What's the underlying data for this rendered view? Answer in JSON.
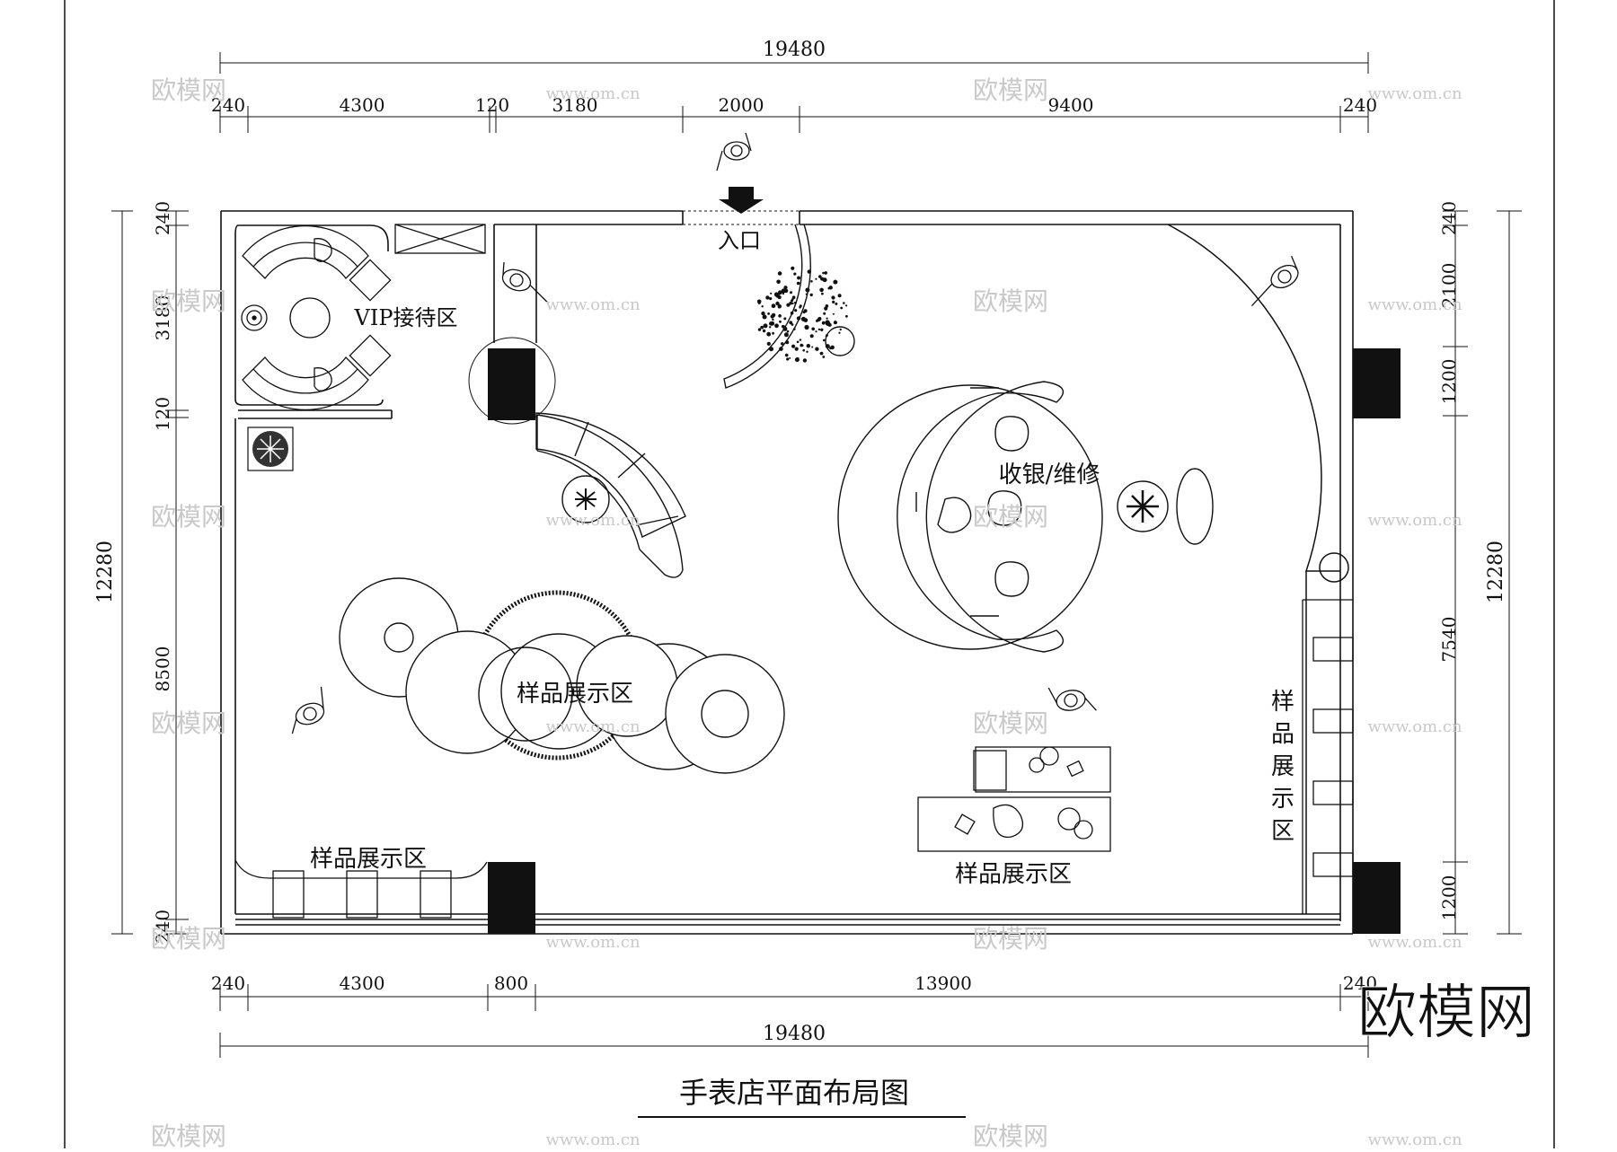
{
  "drawing": {
    "title": "手表店平面布局图",
    "brand": "欧模网",
    "watermark": "www.om.cn",
    "watermark_logo": "欧模网"
  },
  "dimensions": {
    "top_total": "19480",
    "top_segments": [
      "240",
      "4300",
      "120",
      "3180",
      "2000",
      "9400",
      "240"
    ],
    "bottom_total": "19480",
    "bottom_segments": [
      "240",
      "4300",
      "800",
      "13900",
      "240"
    ],
    "left_total": "12280",
    "left_segments": [
      "240",
      "3180",
      "120",
      "8500",
      "240"
    ],
    "right_total": "12280",
    "right_segments": [
      "240",
      "2100",
      "1200",
      "7540",
      "1200"
    ]
  },
  "zones": {
    "entrance": "入口",
    "vip": "VIP接待区",
    "cashier": "收银/维修",
    "display_center": "样品展示区",
    "display_bottom_left": "样品展示区",
    "display_bottom_right": "样品展示区",
    "display_right_vertical": [
      "样",
      "品",
      "展",
      "示",
      "区"
    ]
  }
}
